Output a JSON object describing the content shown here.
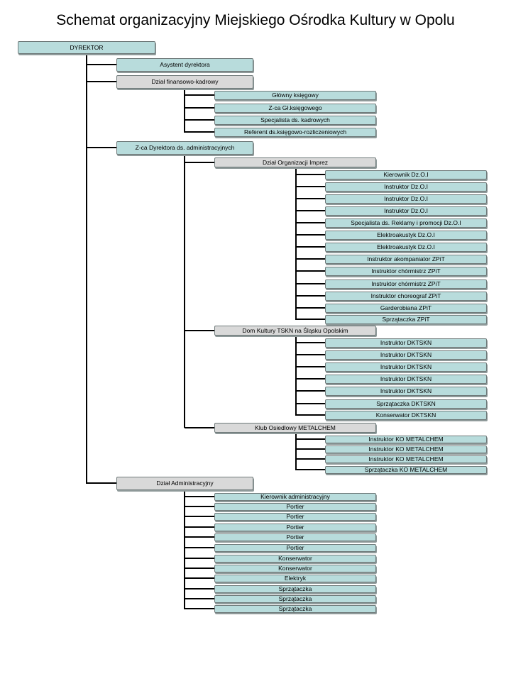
{
  "title": "Schemat organizacyjny Miejskiego Ośrodka Kultury w Opolu",
  "colors": {
    "light_blue": "#b8dcdc",
    "gray": "#d9d9d9",
    "line": "#000000"
  },
  "nodes": {
    "dyrektor": "DYREKTOR",
    "asystent": "Asystent dyrektora",
    "dzial_fin": "Dział finansowo-kadrowy",
    "fin_children": [
      "Główny księgowy",
      "Z-ca Gł.księgowego",
      "Specjalista ds. kadrowych",
      "Referent ds.księgowo-rozliczeniowych"
    ],
    "zca_dyr": "Z-ca Dyrektora  ds. administracyjnych",
    "dzial_org": "Dział Organizacji Imprez",
    "org_children": [
      "Kierownik Dz.O.I",
      "Instruktor Dz.O.I",
      "Instruktor Dz.O.I",
      "Instruktor Dz.O.I",
      "Specjalista ds. Reklamy i promocji Dz.O.I",
      "Elektroakustyk Dz.O.I",
      "Elektroakustyk Dz.O.I",
      "Instruktor akompaniator ZPiT",
      "Instruktor chórmistrz ZPiT",
      "Instruktor chórmistrz ZPiT",
      "Instruktor choreograf ZPiT",
      "Garderobiana ZPiT",
      "Sprzątaczka ZPiT"
    ],
    "dom_kultury": "Dom Kultury TSKN na Śląsku Opolskim",
    "dk_children": [
      "Instruktor DKTSKN",
      "Instruktor DKTSKN",
      "Instruktor DKTSKN",
      "Instruktor DKTSKN",
      "Instruktor DKTSKN",
      "Sprzątaczka DKTSKN",
      "Konserwator DKTSKN"
    ],
    "klub": "Klub Osiedlowy METALCHEM",
    "klub_children": [
      "Instruktor KO METALCHEM",
      "Instruktor KO METALCHEM",
      "Instruktor KO METALCHEM",
      "Sprzątaczka KO METALCHEM"
    ],
    "dzial_adm": "Dział Administracyjny",
    "adm_children": [
      "Kierownik administracyjny",
      "Portier",
      "Portier",
      "Portier",
      "Portier",
      "Portier",
      "Konserwator",
      "Konserwator",
      "Elektryk",
      "Sprzątaczka",
      "Sprzątaczka",
      "Sprzątaczka"
    ]
  }
}
